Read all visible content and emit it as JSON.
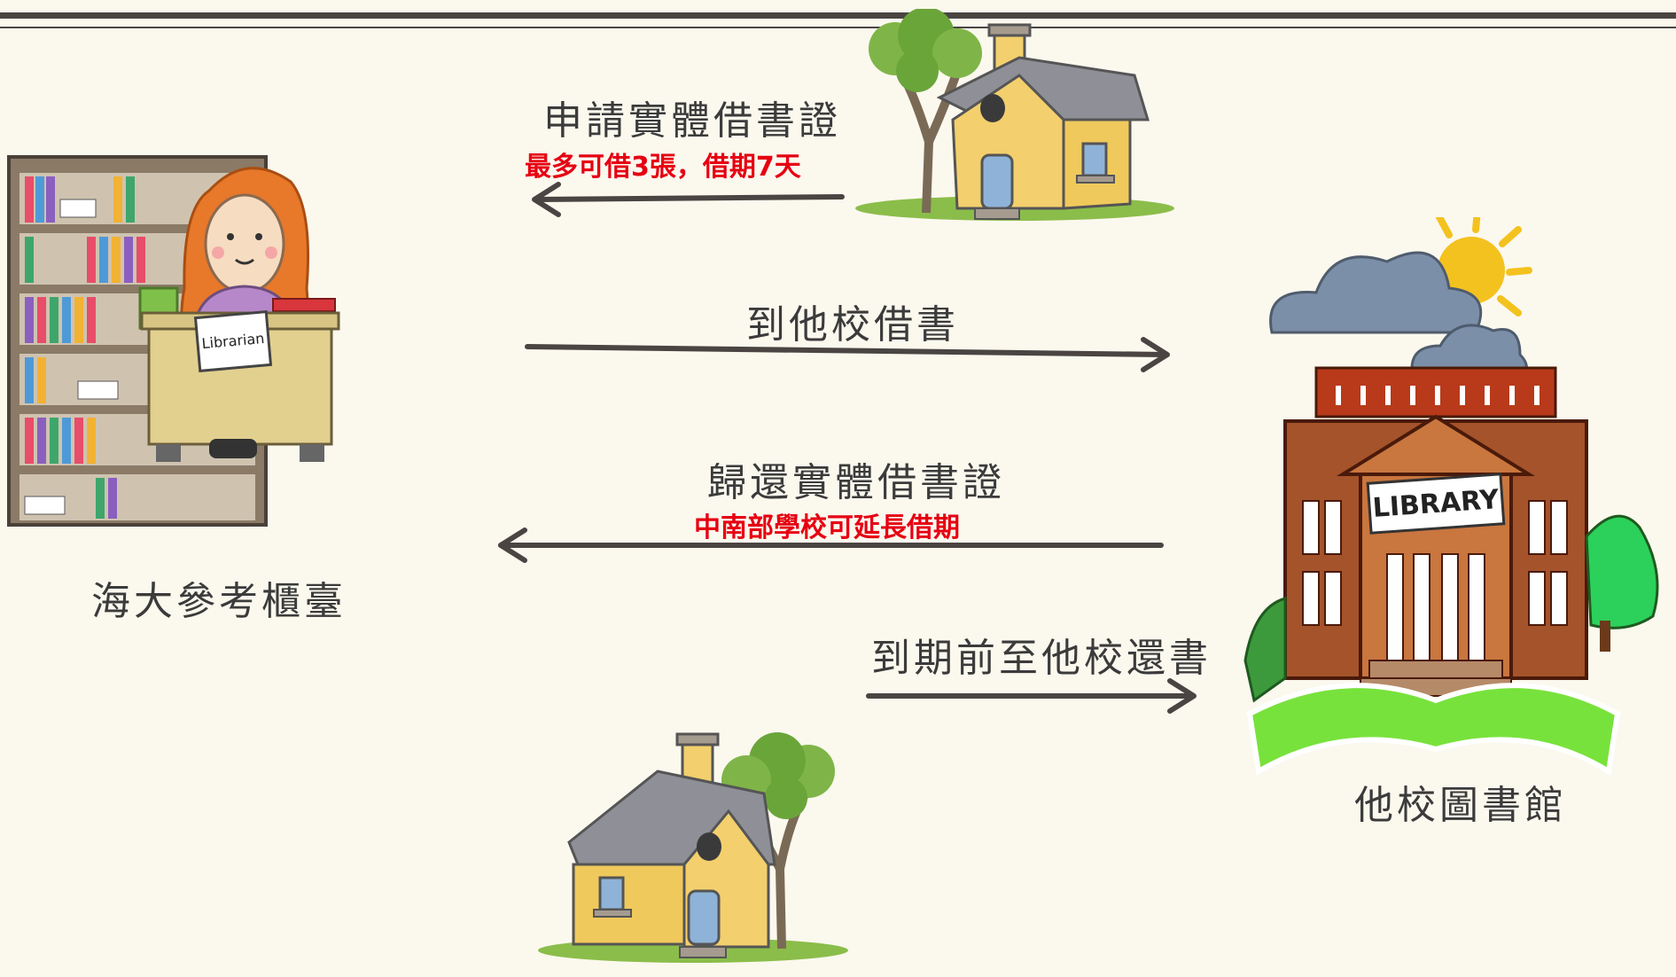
{
  "nodes": {
    "left_caption": "海大參考櫃臺",
    "right_caption": "他校圖書館",
    "desk_sign": "Librarian",
    "building_sign": "LIBRARY"
  },
  "steps": [
    {
      "label": "申請實體借書證",
      "note": "最多可借3張，借期7天",
      "direction": "left"
    },
    {
      "label": "到他校借書",
      "direction": "right"
    },
    {
      "label": "歸還實體借書證",
      "note": "中南部學校可延長借期",
      "direction": "left"
    },
    {
      "label": "到期前至他校還書",
      "direction": "right"
    }
  ],
  "colors": {
    "text": "#3b3b3b",
    "note": "#e60012",
    "arrow": "#4a4542",
    "background": "#fbf8ee"
  },
  "icons": [
    "house-tree-icon",
    "librarian-desk-icon",
    "library-building-icon",
    "cloud-sun-icon"
  ]
}
